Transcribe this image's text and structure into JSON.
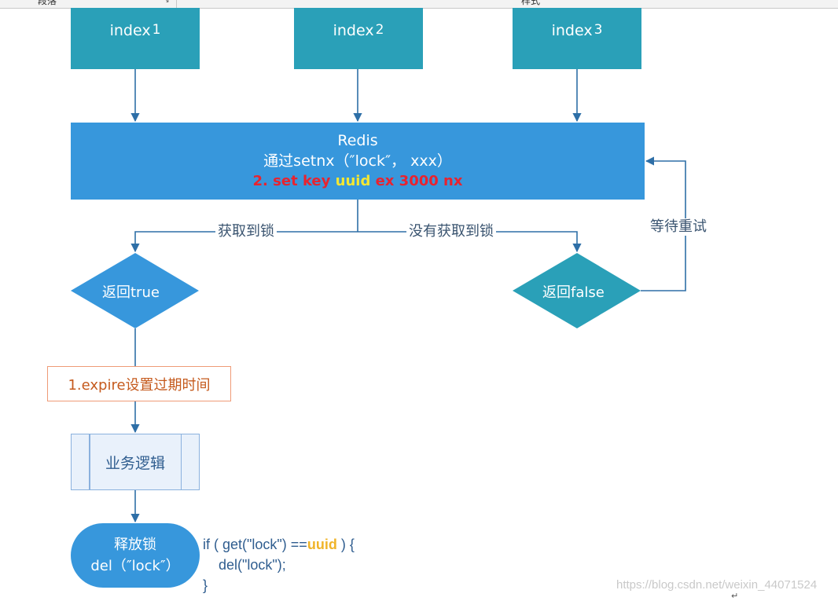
{
  "topbar": {
    "left_label": "段落",
    "right_label": "样式",
    "launcher_glyph": "↘"
  },
  "nodes": {
    "index1": {
      "main": "index",
      "sub": "1"
    },
    "index2": {
      "main": "index",
      "sub": "2"
    },
    "index3": {
      "main": "index",
      "sub": "3"
    },
    "redis": {
      "line1": "Redis",
      "line2": "通过setnx（″lock″， xxx）",
      "line3_pre": "2. set key ",
      "line3_highlight": "uuid",
      "line3_post": " ex 3000 nx"
    },
    "return_true": "返回true",
    "return_false": "返回false",
    "expire": "1.expire设置过期时间",
    "business": "业务逻辑",
    "release": {
      "line1": "释放锁",
      "line2": "del（″lock″）"
    }
  },
  "edge_labels": {
    "got_lock": "获取到锁",
    "no_lock": "没有获取到锁",
    "wait_retry": "等待重试"
  },
  "code": {
    "line1_pre": "if ( get(\"lock\") ==",
    "line1_highlight": "uuid",
    "line1_post": " ) {",
    "line2": "    del(\"lock\");",
    "line3": "}"
  },
  "watermark": "https://blog.csdn.net/weixin_44071524",
  "return_mark": "↵",
  "colors": {
    "teal": "#2aa0b8",
    "blue": "#3797dc",
    "connector": "#2e6fa7",
    "red_text": "#e8232f",
    "yellow_text": "#f3e734",
    "orange_border": "#ef9b77"
  }
}
